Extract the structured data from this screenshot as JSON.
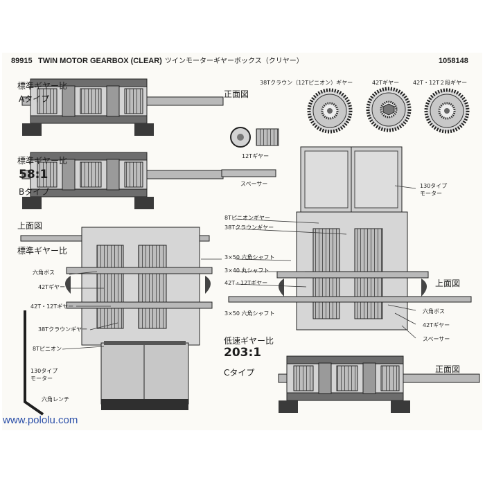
{
  "header": {
    "product_code": "89915",
    "title": "TWIN MOTOR GEARBOX (CLEAR)",
    "title_jp": "ツインモーターギヤーボックス（クリヤー）",
    "part_number": "1058148"
  },
  "type_a": {
    "gear_ratio_label": "標準ギヤー比",
    "type_label": "Aタイプ",
    "view_label": "正面図"
  },
  "type_b": {
    "gear_ratio_label": "標準ギヤー比",
    "ratio": "58:1",
    "type_label": "Bタイプ"
  },
  "type_c": {
    "gear_ratio_label": "低速ギヤー比",
    "ratio": "203:1",
    "type_label": "Cタイプ",
    "view_label": "正面図"
  },
  "left_top_view": {
    "view_label": "上面図",
    "gear_ratio_label": "標準ギヤー比",
    "labels": [
      "六角ボス",
      "42Tギヤー",
      "42T・12Tギヤー",
      "38Tクラウンギヤー",
      "8Tピニオン",
      "130タイプ",
      "モーター",
      "六角レンチ"
    ]
  },
  "parts": {
    "crown_gear": "38Tクラウン（12Tピニオン）ギヤー",
    "gear_42t": "42Tギヤー",
    "gear_double": "42T・12T２段ギヤー",
    "gear_12t": "12Tギヤー",
    "spacer": "スペーサー"
  },
  "center_labels": [
    "3×50 六角シャフト",
    "3×40 丸シャフト",
    "3×50 六角シャフト"
  ],
  "right_assembly": {
    "motor_label_1": "130タイプ",
    "motor_label_2": "モーター",
    "pinion_label": "8Tピニオンギヤー",
    "crown_label": "38Tクラウンギヤー",
    "double_label": "42T・12Tギヤー",
    "view_label": "上面図",
    "hex_boss": "六角ボス",
    "gear_42t": "42Tギヤー",
    "spacer": "スペーサー"
  },
  "watermark": "www.pololu.com",
  "colors": {
    "paper": "#fbfaf6",
    "ink": "#1d1d1d",
    "gray": "#8c8c8c",
    "watermark": "#2b4fa8"
  }
}
